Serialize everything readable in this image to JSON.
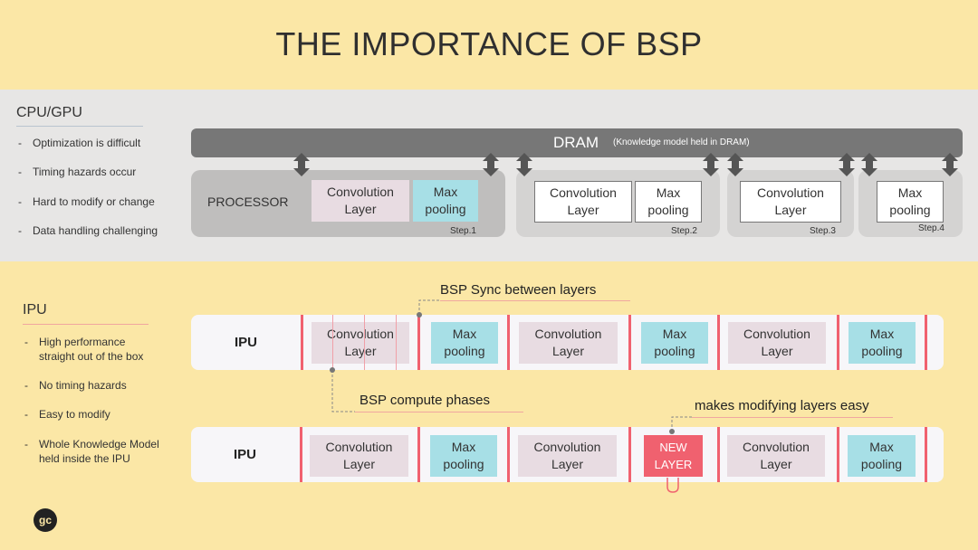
{
  "title": "THE IMPORTANCE OF BSP",
  "cpu_section": {
    "heading": "CPU/GPU",
    "bullets": [
      "Optimization is difficult",
      "Timing hazards occur",
      "Hard to modify or change",
      "Data handling challenging"
    ],
    "dram_label": "DRAM",
    "dram_note": "(Knowledge model held in DRAM)",
    "processor_label": "PROCESSOR",
    "steps": [
      {
        "label": "Step.1",
        "layers": [
          "Convolution\nLayer",
          "Max\npooling"
        ]
      },
      {
        "label": "Step.2",
        "layers": [
          "Convolution\nLayer",
          "Max\npooling"
        ]
      },
      {
        "label": "Step.3",
        "layers": [
          "Convolution\nLayer"
        ]
      },
      {
        "label": "Step.4",
        "layers": [
          "Max\npooling"
        ]
      }
    ]
  },
  "ipu_section": {
    "heading": "IPU",
    "bullets": [
      "High performance\nstraight out of the box",
      "No timing hazards",
      "Easy to modify",
      "Whole Knowledge Model\nheld inside the IPU"
    ],
    "row_label": "IPU",
    "row1_layers": [
      "Convolution\nLayer",
      "Max\npooling",
      "Convolution\nLayer",
      "Max\npooling",
      "Convolution\nLayer",
      "Max\npooling"
    ],
    "row2_layers": [
      "Convolution\nLayer",
      "Max\npooling",
      "Convolution\nLayer",
      "NEW\nLAYER",
      "Convolution\nLayer",
      "Max\npooling"
    ],
    "callout_sync": "BSP Sync between layers",
    "callout_compute": "BSP compute phases",
    "callout_modify": "makes modifying layers easy"
  },
  "logo_text": "gc",
  "colors": {
    "background": "#fbe7a6",
    "cpu_band": "#e7e6e5",
    "dram": "#777777",
    "conv_fill": "#e8dce2",
    "pool_fill": "#a7dfe6",
    "sync_bar": "#f0616f",
    "new_layer": "#f0616f"
  }
}
